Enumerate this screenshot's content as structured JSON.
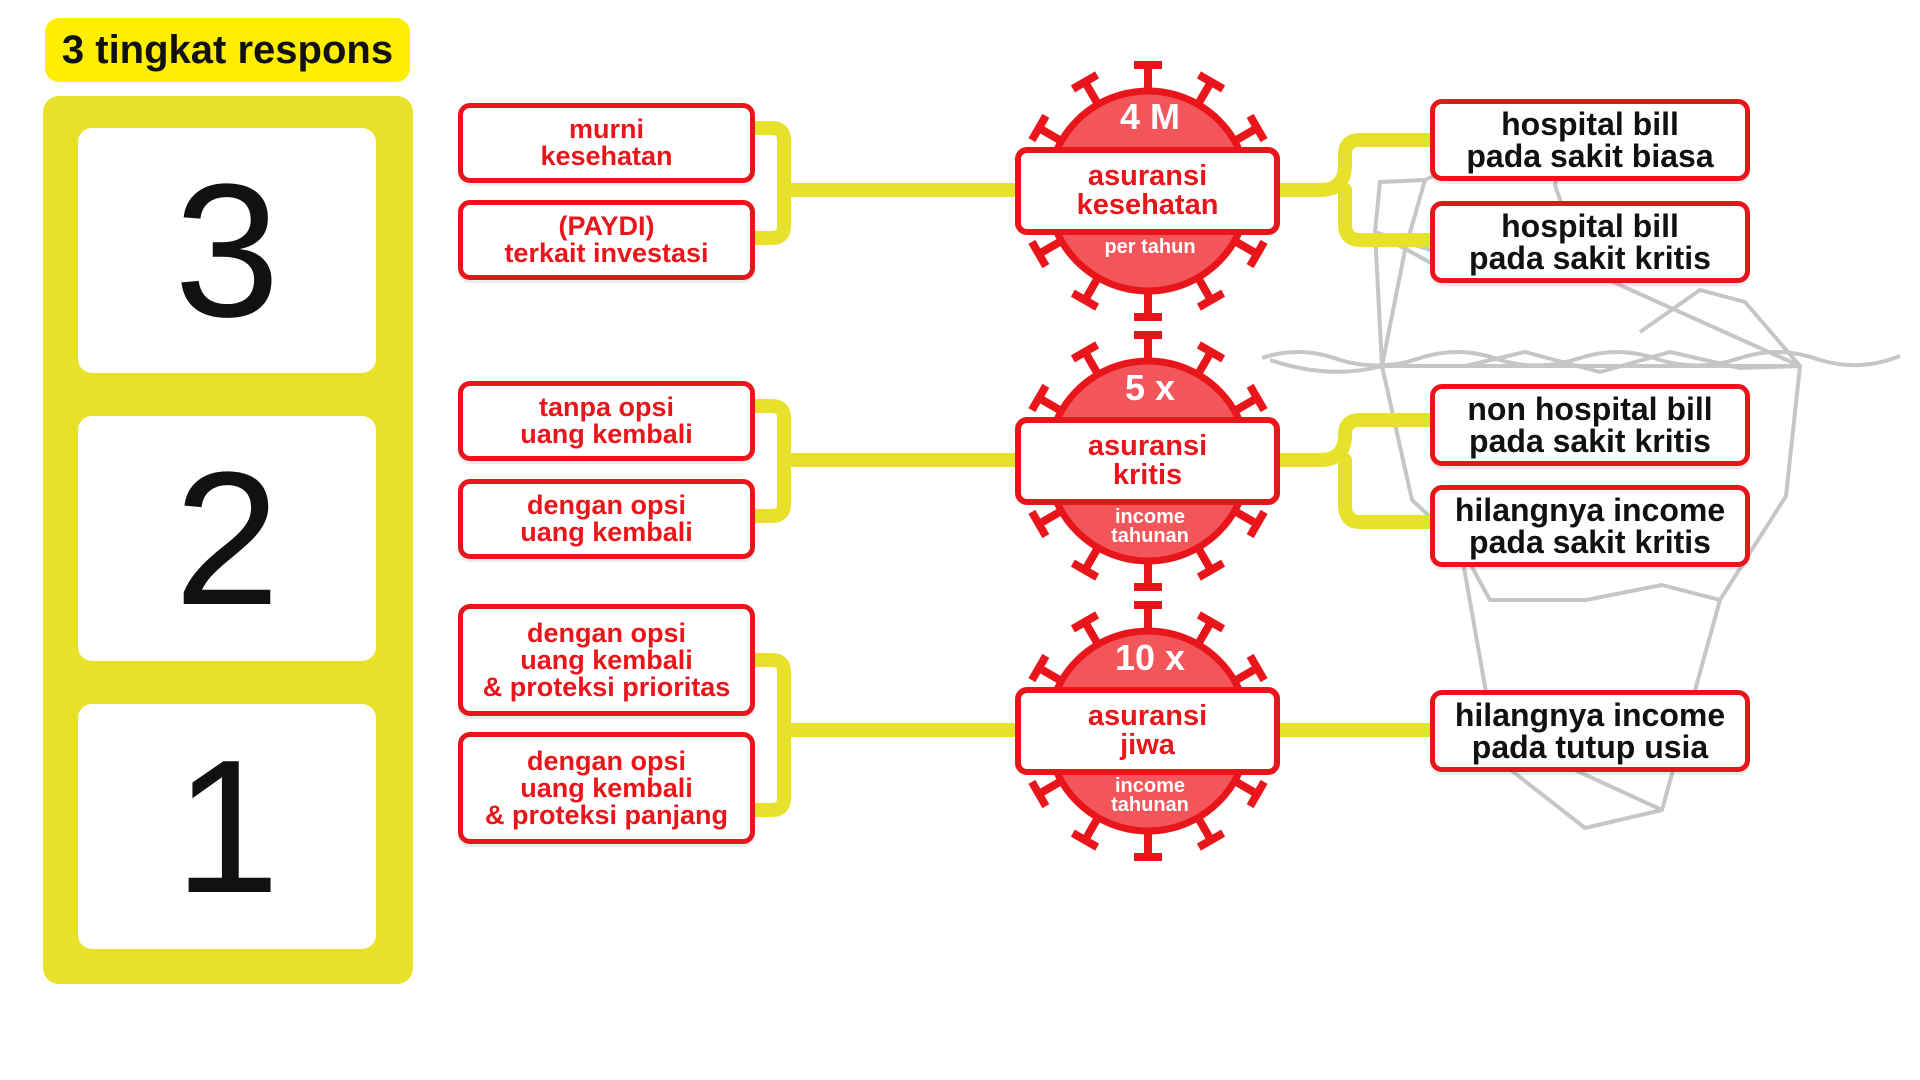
{
  "header": {
    "title": "3 tingkat respons"
  },
  "levels": [
    "3",
    "2",
    "1"
  ],
  "rows": [
    {
      "left": [
        [
          "murni",
          "kesehatan"
        ],
        [
          "(PAYDI)",
          "terkait investasi"
        ]
      ],
      "virus_top": "4 M",
      "center": [
        "asuransi",
        "kesehatan"
      ],
      "virus_bottom": [
        "per tahun"
      ],
      "right": [
        [
          "hospital bill",
          "pada sakit biasa"
        ],
        [
          "hospital bill",
          "pada sakit kritis"
        ]
      ]
    },
    {
      "left": [
        [
          "tanpa opsi",
          "uang kembali"
        ],
        [
          "dengan opsi",
          "uang kembali"
        ]
      ],
      "virus_top": "5 x",
      "center": [
        "asuransi",
        "kritis"
      ],
      "virus_bottom": [
        "income",
        "tahunan"
      ],
      "right": [
        [
          "non hospital bill",
          "pada sakit kritis"
        ],
        [
          "hilangnya income",
          "pada sakit kritis"
        ]
      ]
    },
    {
      "left": [
        [
          "dengan opsi",
          "uang kembali",
          "& proteksi prioritas"
        ],
        [
          "dengan opsi",
          "uang kembali",
          "& proteksi panjang"
        ]
      ],
      "virus_top": "10 x",
      "center": [
        "asuransi",
        "jiwa"
      ],
      "virus_bottom": [
        "income",
        "tahunan"
      ],
      "right": [
        [
          "hilangnya income",
          "pada tutup usia"
        ]
      ]
    }
  ],
  "colors": {
    "accent_red": "#e8151b",
    "virus_fill": "#f2565a",
    "connector_yellow": "#e7e12b",
    "pill_yellow": "#ffee00",
    "iceberg_gray": "#c6c6c6"
  },
  "icons": [
    "virus-icon",
    "iceberg-icon"
  ]
}
